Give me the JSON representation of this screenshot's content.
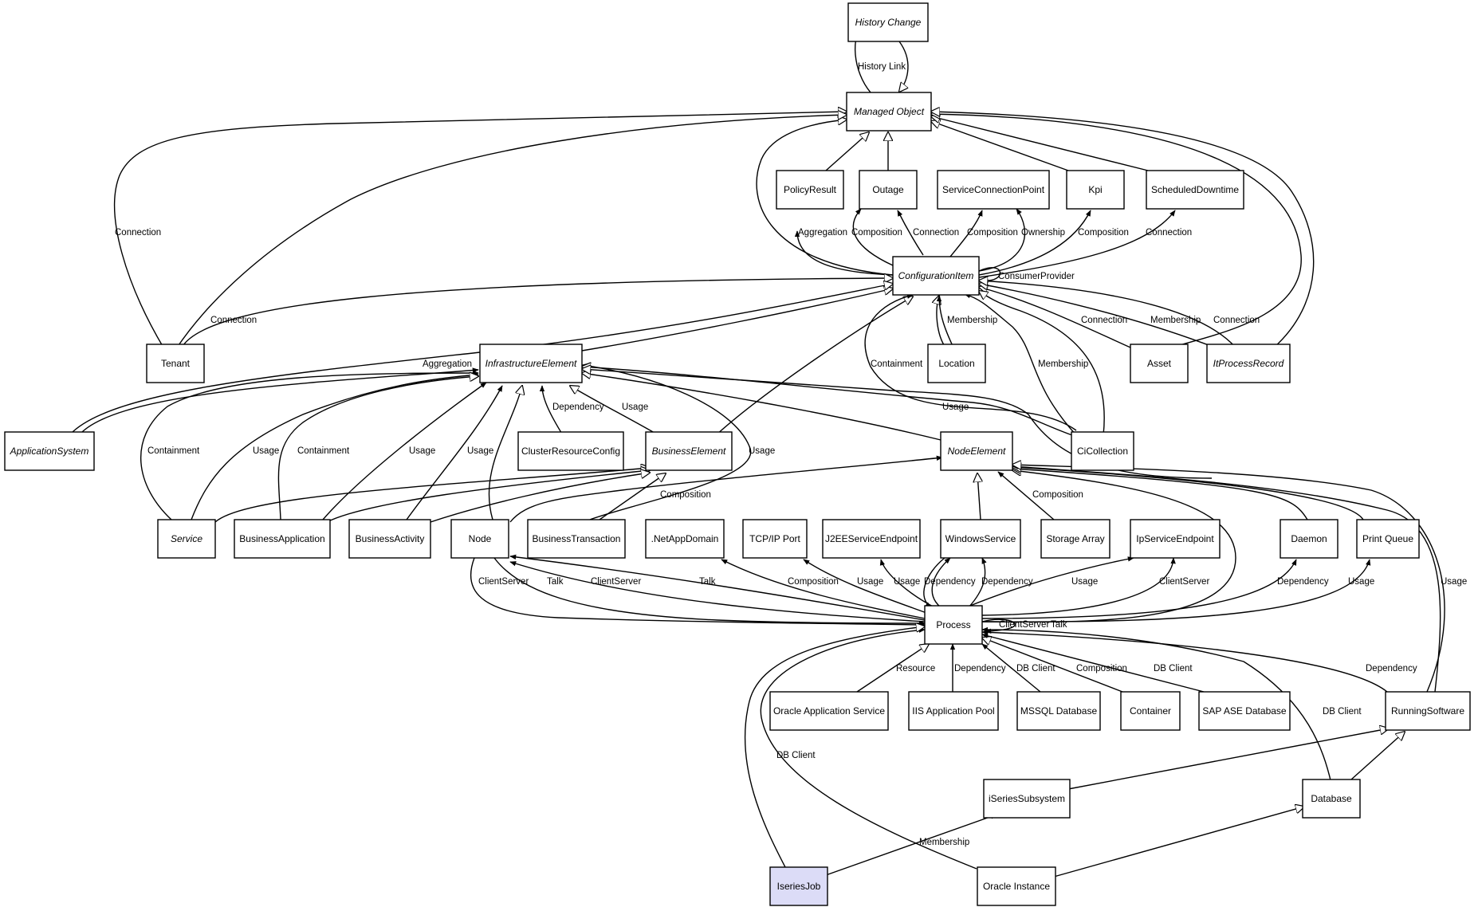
{
  "diagram": {
    "nodes": {
      "history_change": "History Change",
      "managed_object": "Managed Object",
      "policy_result": "PolicyResult",
      "outage": "Outage",
      "service_connection_point": "ServiceConnectionPoint",
      "kpi": "Kpi",
      "scheduled_downtime": "ScheduledDowntime",
      "configuration_item": "ConfigurationItem",
      "tenant": "Tenant",
      "infrastructure_element": "InfrastructureElement",
      "location": "Location",
      "asset": "Asset",
      "it_process_record": "ItProcessRecord",
      "application_system": "ApplicationSystem",
      "cluster_resource_config": "ClusterResourceConfig",
      "business_element": "BusinessElement",
      "node_element": "NodeElement",
      "ci_collection": "CiCollection",
      "service": "Service",
      "business_application": "BusinessApplication",
      "business_activity": "BusinessActivity",
      "node": "Node",
      "business_transaction": "BusinessTransaction",
      "net_app_domain": ".NetAppDomain",
      "tcpip_port": "TCP/IP Port",
      "j2ee_service_endpoint": "J2EEServiceEndpoint",
      "windows_service": "WindowsService",
      "storage_array": "Storage Array",
      "ip_service_endpoint": "IpServiceEndpoint",
      "daemon": "Daemon",
      "print_queue": "Print Queue",
      "process": "Process",
      "oracle_application_service": "Oracle Application Service",
      "iis_application_pool": "IIS Application Pool",
      "mssql_database": "MSSQL Database",
      "container": "Container",
      "sap_ase_database": "SAP ASE Database",
      "running_software": "RunningSoftware",
      "iseries_subsystem": "iSeriesSubsystem",
      "database": "Database",
      "iseries_job": "IseriesJob",
      "oracle_instance": "Oracle Instance"
    },
    "labels": {
      "history_link": "History Link",
      "mo_connection": "Connection",
      "aggregation_pr": "Aggregation",
      "composition_out": "Composition",
      "connection_out": "Connection",
      "composition_scp": "Composition",
      "ownership_scp": "Ownership",
      "composition_kpi": "Composition",
      "connection_sd": "Connection",
      "consumer_provider": "ConsumerProvider",
      "tenant_connection": "Connection",
      "membership_loc": "Membership",
      "containment_coll": "Containment",
      "membership_coll": "Membership",
      "connection_asset": "Connection",
      "membership_itpr": "Membership",
      "connection_itpr": "Connection",
      "aggregation_ie": "Aggregation",
      "dependency_crc": "Dependency",
      "usage_be": "Usage",
      "usage_coll": "Usage",
      "containment_svc": "Containment",
      "usage_svc": "Usage",
      "containment_ba": "Containment",
      "usage_ba": "Usage",
      "usage_bact": "Usage",
      "usage_bt": "Usage",
      "composition_node": "Composition",
      "composition_sa": "Composition",
      "usage_rs_ne": "Usage",
      "clientserver_1": "ClientServer",
      "talk_1": "Talk",
      "clientserver_2": "ClientServer",
      "talk_2": "Talk",
      "composition_net": "Composition",
      "usage_tcp": "Usage",
      "usage_j2ee": "Usage",
      "dependency_ws1": "Dependency",
      "dependency_ws2": "Dependency",
      "usage_ipse": "Usage",
      "clientserver_ipse": "ClientServer",
      "dependency_daemon": "Dependency",
      "usage_pq": "Usage",
      "clientserver_self": "ClientServer",
      "talk_self": "Talk",
      "resource_oas": "Resource",
      "dependency_iis": "Dependency",
      "dbclient_mssql": "DB Client",
      "composition_cont": "Composition",
      "dbclient_sap": "DB Client",
      "dependency_rs": "Dependency",
      "dbclient_db": "DB Client",
      "dbclient_oi": "DB Client",
      "membership_ij": "Membership"
    }
  }
}
